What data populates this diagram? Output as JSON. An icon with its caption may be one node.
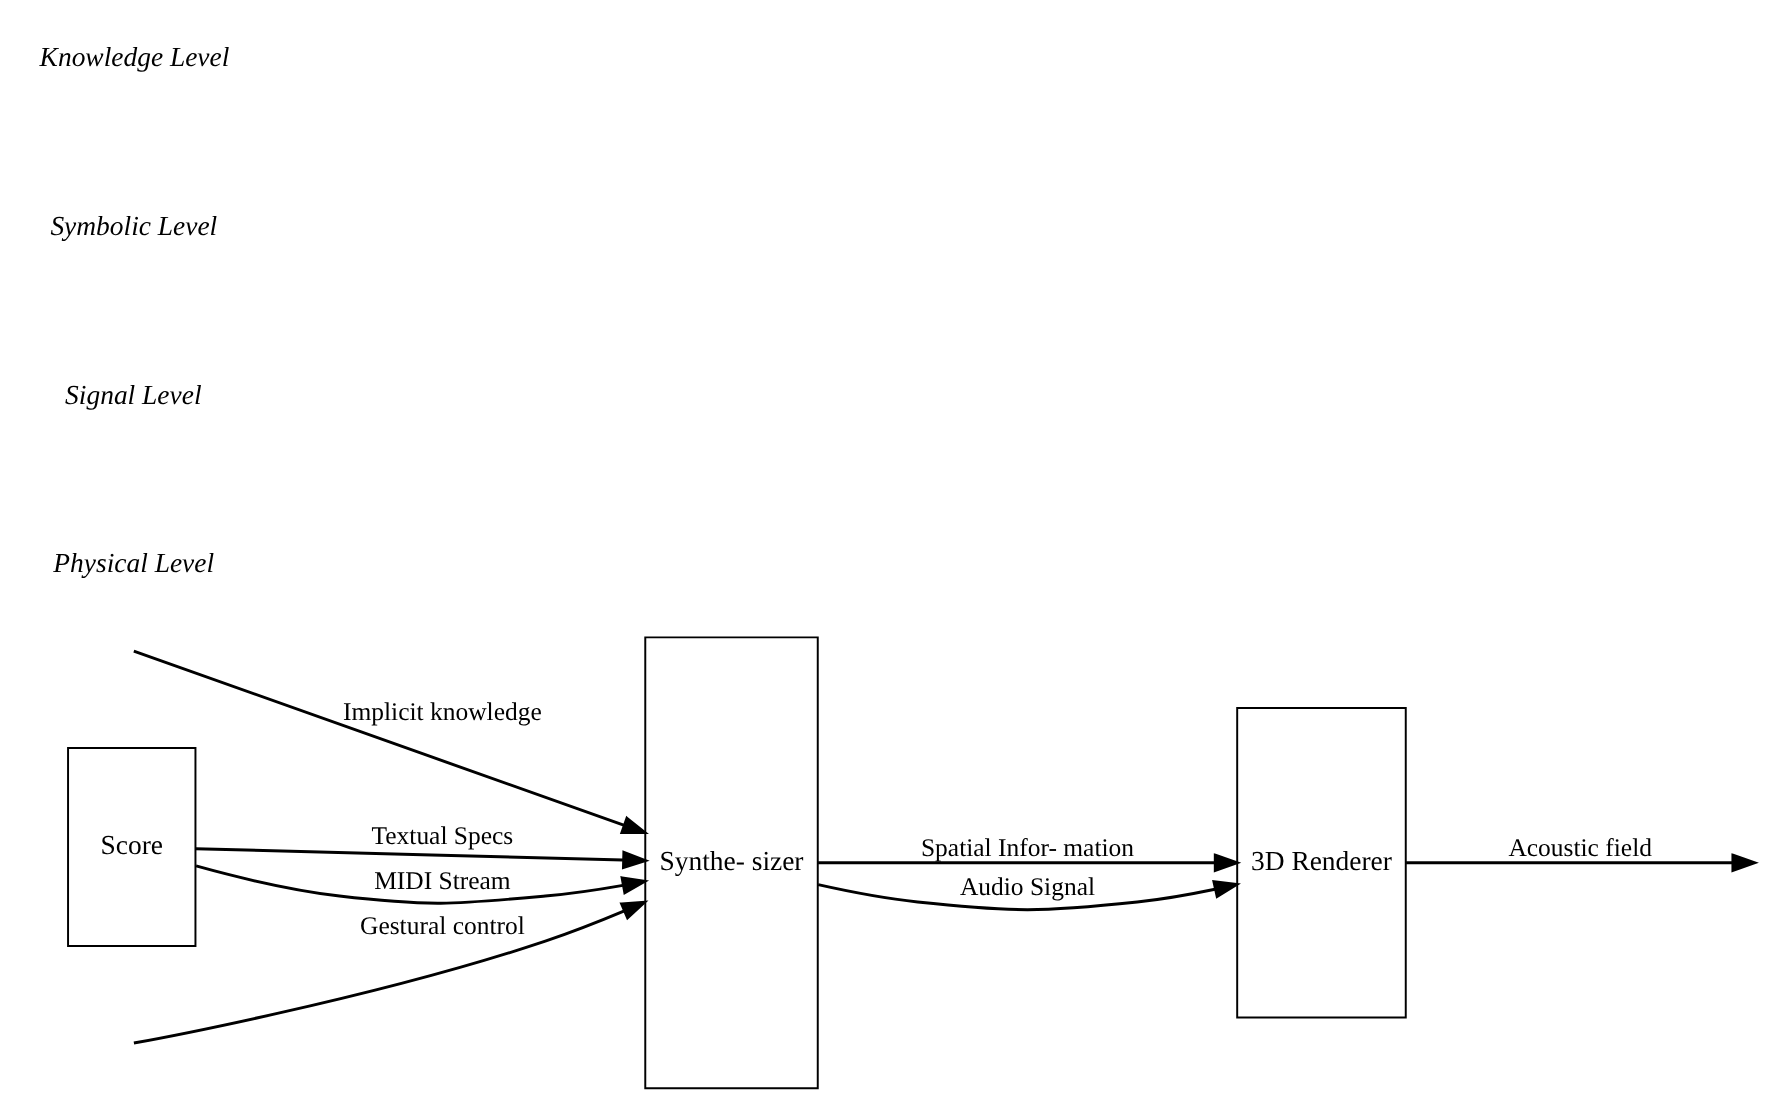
{
  "diagram": {
    "nodes": [
      {
        "text": [
          "Score"
        ]
      },
      {
        "text": [
          "Synthe- sizer"
        ]
      },
      {
        "text": [
          "3D Renderer"
        ]
      }
    ],
    "edges": [
      {
        "from": null,
        "to": 1,
        "arrow": "to",
        "label": "Implicit knowledge"
      },
      {
        "from": 0,
        "to": 1,
        "arrow": "to",
        "label": "Textual Specs"
      },
      {
        "from": 0,
        "to": 1,
        "arrow": "to",
        "label": "MIDI Stream"
      },
      {
        "from": null,
        "to": 1,
        "arrow": "to",
        "label": "Gestural control"
      },
      {
        "from": 1,
        "to": 2,
        "arrow": "to",
        "label": "Spatial Infor- mation"
      },
      {
        "from": 1,
        "to": 2,
        "arrow": "to",
        "label": "Audio Signal"
      },
      {
        "from": 2,
        "to": null,
        "arrow": "to",
        "label": "Acoustic field"
      }
    ],
    "labels": [
      "Knowledge Level",
      "Symbolic Level",
      "Signal Level",
      "Physical Level"
    ]
  }
}
